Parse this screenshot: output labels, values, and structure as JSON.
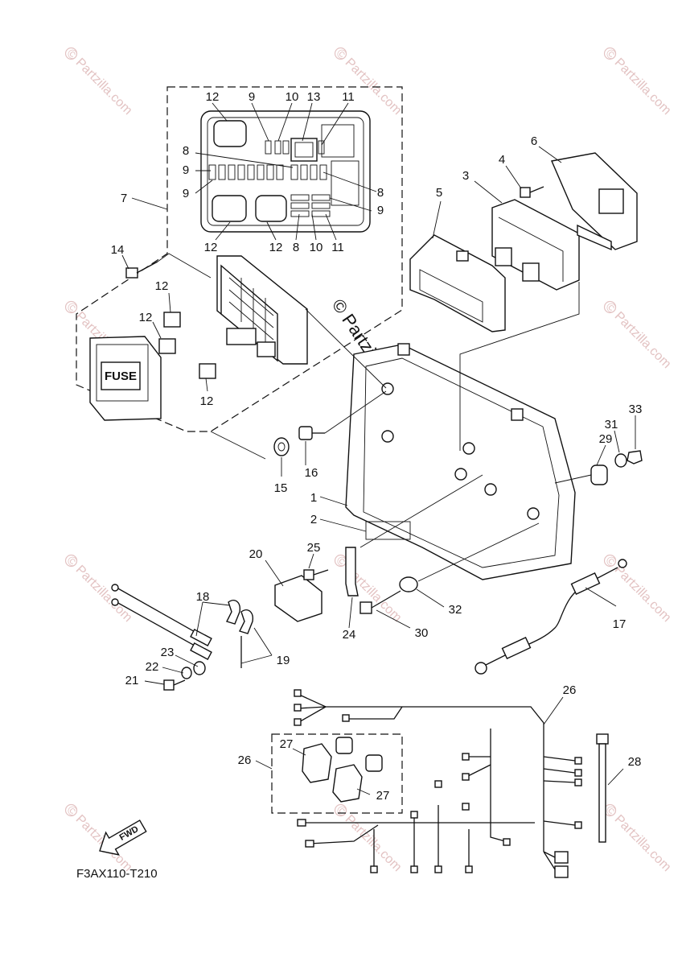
{
  "watermark": {
    "symbol": "©",
    "text": "Partzilla.com"
  },
  "center_watermark": "© Partzilla.com",
  "fuse_label": "FUSE",
  "fwd_label": "FWD",
  "figure_code": "F3AX110-T210",
  "callouts": {
    "c1": "1",
    "c2": "2",
    "c3": "3",
    "c4": "4",
    "c5": "5",
    "c6": "6",
    "c7": "7",
    "c8a": "8",
    "c8b": "8",
    "c8c": "8",
    "c9a": "9",
    "c9b": "9",
    "c9c": "9",
    "c9d": "9",
    "c10a": "10",
    "c10b": "10",
    "c11a": "11",
    "c11b": "11",
    "c12a": "12",
    "c12b": "12",
    "c12c": "12",
    "c12d": "12",
    "c12e": "12",
    "c12f": "12",
    "c13": "13",
    "c14": "14",
    "c15": "15",
    "c16": "16",
    "c17": "17",
    "c18": "18",
    "c19": "19",
    "c20": "20",
    "c21": "21",
    "c22": "22",
    "c23": "23",
    "c24": "24",
    "c25": "25",
    "c26a": "26",
    "c26b": "26",
    "c27a": "27",
    "c27b": "27",
    "c28": "28",
    "c29": "29",
    "c30": "30",
    "c31": "31",
    "c32": "32",
    "c33": "33"
  }
}
